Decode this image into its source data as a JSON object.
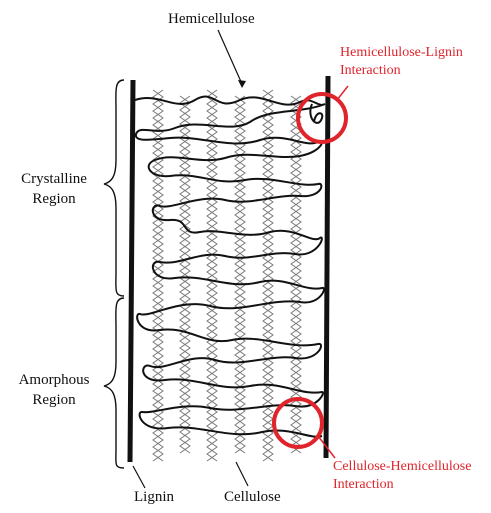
{
  "labels": {
    "hemicellulose": "Hemicellulose",
    "lignin": "Lignin",
    "cellulose": "Cellulose",
    "crystalline_line1": "Crystalline",
    "crystalline_line2": "Region",
    "amorphous_line1": "Amorphous",
    "amorphous_line2": "Region",
    "hl_interaction_line1": "Hemicellulose-Lignin",
    "hl_interaction_line2": "Interaction",
    "ch_interaction_line1": "Cellulose-Hemicellulose",
    "ch_interaction_line2": "Interaction"
  },
  "colors": {
    "ink": "#111111",
    "highlight": "#e0242b",
    "fibril": "#7a7a7a"
  }
}
